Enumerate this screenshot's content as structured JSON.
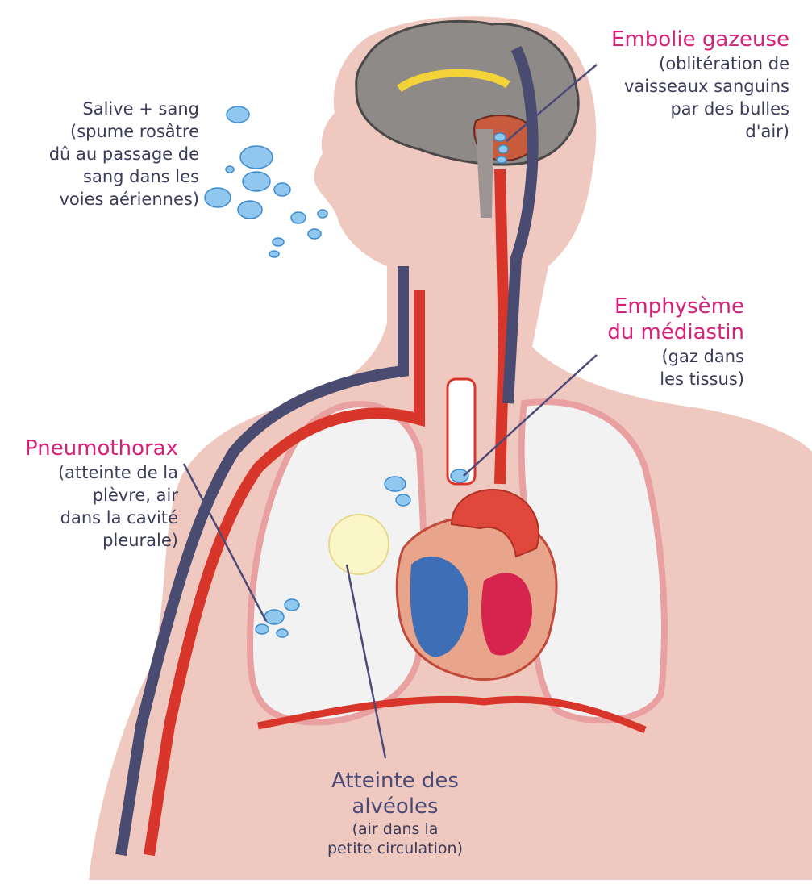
{
  "labels": {
    "embolie": {
      "title": "Embolie gazeuse",
      "desc": [
        "(oblitération de",
        "vaisseaux sanguins",
        "par des bulles",
        "d'air)"
      ]
    },
    "salive": {
      "title": "Salive + sang",
      "desc": [
        "(spume rosâtre",
        "dû au passage de",
        "sang dans les",
        "voies aériennes)"
      ]
    },
    "emphyseme": {
      "title": [
        "Emphysème",
        "du médiastin"
      ],
      "desc": [
        "(gaz dans",
        "les tissus)"
      ]
    },
    "pneumothorax": {
      "title": "Pneumothorax",
      "desc": [
        "(atteinte de la",
        "plèvre, air",
        "dans la cavité",
        "pleurale)"
      ]
    },
    "alveoles": {
      "title": [
        "Atteinte des",
        "alvéoles"
      ],
      "desc": [
        "(air dans la",
        "petite circulation)"
      ]
    }
  },
  "colors": {
    "skin": "#efc9c0",
    "artery": "#d9362b",
    "vein": "#4a4b70",
    "lung": "#f2f2f2",
    "title_pink": "#d81f7a",
    "title_purple": "#4b4a78",
    "text": "#3b3b5a"
  }
}
